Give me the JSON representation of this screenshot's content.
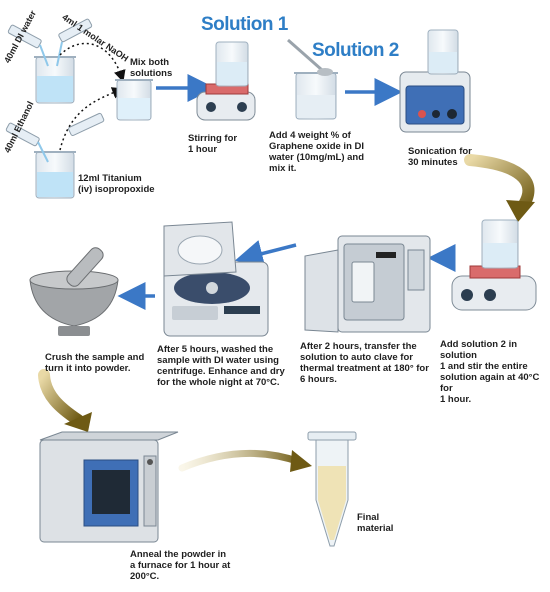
{
  "headers": {
    "solution1": "Solution 1",
    "solution2": "Solution 2"
  },
  "labels": {
    "di_water": "40ml DI water",
    "naoh": "4ml 1 molar NaOH",
    "ethanol": "40ml Ethanol",
    "titanium": "12ml Titanium\n(iv) isopropoxide",
    "mix_both": "Mix both\nsolutions",
    "stirring": "Stirring for\n1 hour",
    "graphene": "Add 4 weight % of\nGraphene oxide in DI\nwater (10mg/mL) and\nmix it.",
    "sonication": "Sonication for\n30 minutes",
    "add_solution2": "Add solution 2 in solution\n1 and stir the entire\nsolution again at 40°C for\n1 hour.",
    "autoclave": "After 2 hours, transfer the\nsolution to auto clave for\nthermal treatment at 180° for\n6 hours.",
    "centrifuge": "After 5 hours, washed the\nsample with DI water using\ncentrifuge. Enhance and dry\nfor the whole night at 70°C.",
    "crush": "Crush the sample and\nturn it into powder.",
    "anneal": "Anneal the powder in\na furnace for 1 hour at\n200°C.",
    "final": "Final\nmaterial"
  },
  "colors": {
    "arrow_blue": "#3b78c6",
    "arrow_olive": "#7d6a1e",
    "heading_blue": "#2e7ec6",
    "liquid": "#bfe3f7"
  }
}
